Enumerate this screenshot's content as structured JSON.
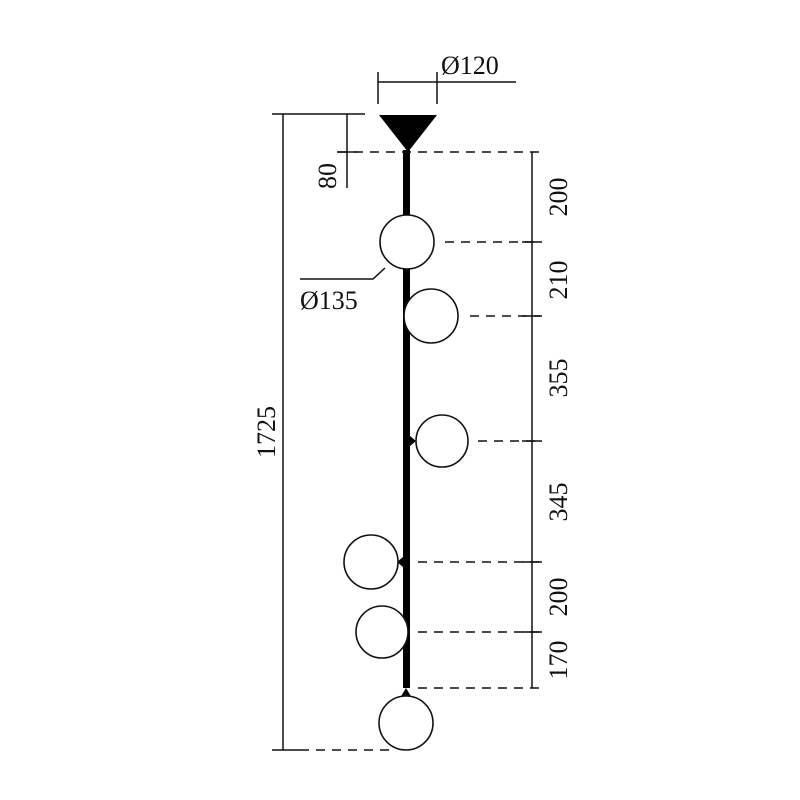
{
  "diagram": {
    "canopy_diameter": "Ø120",
    "globe_diameter": "Ø135",
    "total_height": "1725",
    "canopy_height": "80",
    "segments": [
      "200",
      "210",
      "355",
      "345",
      "200",
      "170"
    ],
    "line_color": "#111111"
  }
}
